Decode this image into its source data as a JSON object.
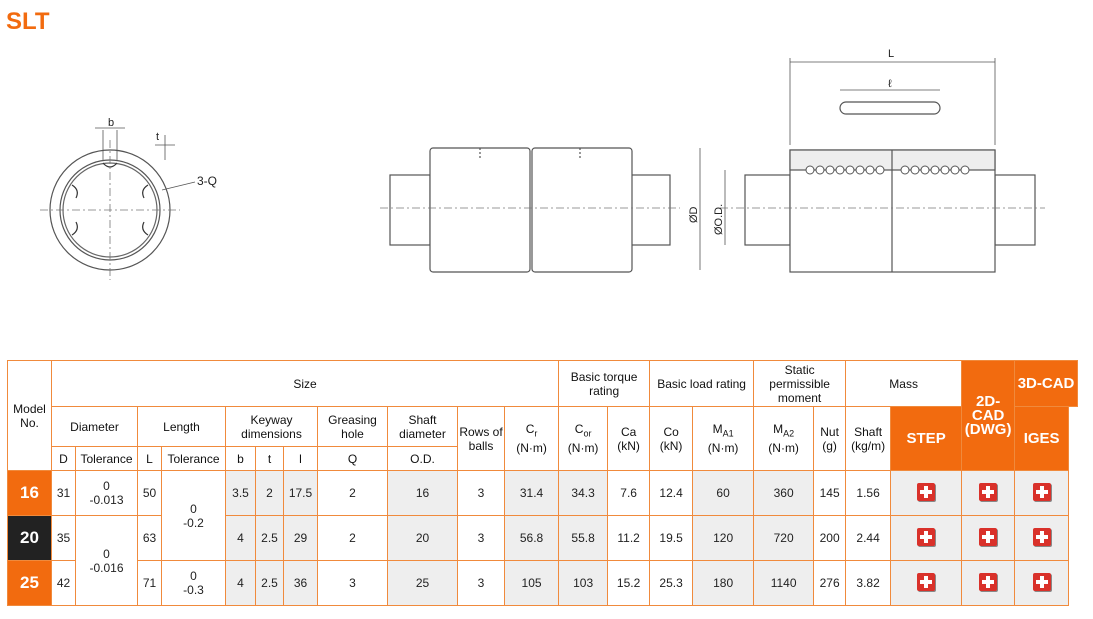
{
  "page": {
    "title": "SLT"
  },
  "drawing": {
    "labels": {
      "b": "b",
      "t": "t",
      "q": "3-Q",
      "L": "L",
      "l": "ℓ",
      "D": "ØD",
      "OD": "ØO.D."
    }
  },
  "table": {
    "headers": {
      "model": "Model No.",
      "size": "Size",
      "torque": "Basic torque rating",
      "load": "Basic load rating",
      "moment": "Static permissible moment",
      "mass": "Mass",
      "cad2d": "2D-CAD (DWG)",
      "cad3d": "3D-CAD",
      "diameter": "Diameter",
      "length": "Length",
      "keyway": "Keyway dimensions",
      "greasing": "Greasing hole",
      "shaft": "Shaft diameter",
      "rows": "Rows of balls",
      "cr": "C",
      "cr_sub": "r",
      "cor": "C",
      "cor_sub": "or",
      "nm": "(N·m)",
      "ca": "Ca",
      "co": "Co",
      "kn": "(kN)",
      "ma1": "M",
      "ma1_sub": "A1",
      "ma2": "M",
      "ma2_sub": "A2",
      "nut": "Nut",
      "g": "(g)",
      "shaftmass": "Shaft",
      "kgm": "(kg/m)",
      "step": "STEP",
      "iges": "IGES",
      "D": "D",
      "tol": "Tolerance",
      "L": "L",
      "b": "b",
      "t": "t",
      "l": "l",
      "Q": "Q",
      "OD": "O.D."
    },
    "dtol": "0\n-0.013",
    "dtol2": "0\n-0.016",
    "ltol": "0\n-0.2",
    "ltol2": "0\n-0.3",
    "rows": [
      {
        "model": "16",
        "D": "31",
        "L": "50",
        "b": "3.5",
        "t": "2",
        "l": "17.5",
        "Q": "2",
        "OD": "16",
        "rows": "3",
        "cr": "31.4",
        "cor": "34.3",
        "ca": "7.6",
        "co": "12.4",
        "ma1": "60",
        "ma2": "360",
        "nut": "145",
        "shaft": "1.56"
      },
      {
        "model": "20",
        "D": "35",
        "L": "63",
        "b": "4",
        "t": "2.5",
        "l": "29",
        "Q": "2",
        "OD": "20",
        "rows": "3",
        "cr": "56.8",
        "cor": "55.8",
        "ca": "11.2",
        "co": "19.5",
        "ma1": "120",
        "ma2": "720",
        "nut": "200",
        "shaft": "2.44"
      },
      {
        "model": "25",
        "D": "42",
        "L": "71",
        "b": "4",
        "t": "2.5",
        "l": "36",
        "Q": "3",
        "OD": "25",
        "rows": "3",
        "cr": "105",
        "cor": "103",
        "ca": "15.2",
        "co": "25.3",
        "ma1": "180",
        "ma2": "1140",
        "nut": "276",
        "shaft": "3.82"
      }
    ]
  }
}
